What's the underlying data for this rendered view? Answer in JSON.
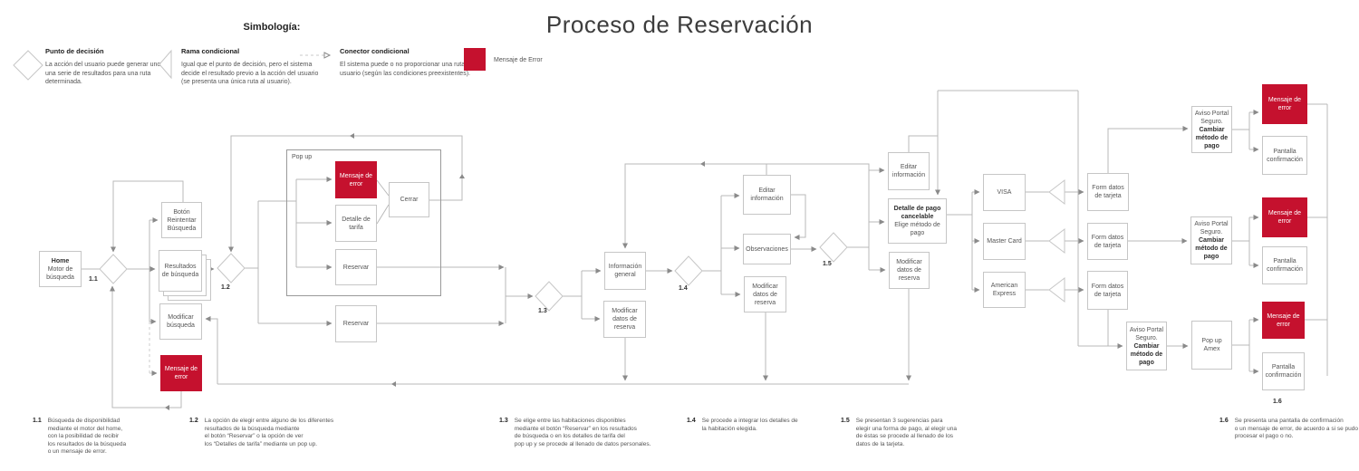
{
  "title": "Proceso de Reservación",
  "legend": {
    "heading": "Simbología:",
    "items": [
      {
        "icon": "decision-diamond-icon",
        "title": "Punto de decisión",
        "desc": "La acción del usuario puede generar uno de\nuna serie de resultados para una ruta\ndeterminada."
      },
      {
        "icon": "conditional-branch-triangle-icon",
        "title": "Rama condicional",
        "desc": "Igual que el punto de decisión, pero el sistema\ndecide el resultado previo a la acción del usuario\n(se presenta una única ruta al usuario)."
      },
      {
        "icon": "dashed-connector-icon",
        "title": "Conector condicional",
        "desc": "El sistema puede o no proporcionar una ruta al\nusuario (según las condiciones preexistentes)."
      },
      {
        "icon": "error-square-icon",
        "title": "Mensaje de Error",
        "desc": ""
      }
    ]
  },
  "popup_label": "Pop up",
  "nodes": [
    {
      "id": "home",
      "type": "box",
      "runs": [
        {
          "t": "Home",
          "b": true
        },
        {
          "t": "Motor de búsqueda"
        }
      ]
    },
    {
      "id": "btn-reintentar",
      "type": "box",
      "runs": [
        {
          "t": "Botón Reintentar Búsqueda"
        }
      ]
    },
    {
      "id": "resultados",
      "type": "stack",
      "runs": [
        {
          "t": "Resultados de búsqueda"
        }
      ]
    },
    {
      "id": "modificar-busqueda",
      "type": "box",
      "runs": [
        {
          "t": "Modificar búsqueda"
        }
      ]
    },
    {
      "id": "error-busqueda",
      "type": "error",
      "runs": [
        {
          "t": "Mensaje de error"
        }
      ]
    },
    {
      "id": "popup-error",
      "type": "error",
      "runs": [
        {
          "t": "Mensaje de error"
        }
      ]
    },
    {
      "id": "detalle-tarifa",
      "type": "box",
      "runs": [
        {
          "t": "Detalle de tarifa"
        }
      ]
    },
    {
      "id": "cerrar",
      "type": "box",
      "runs": [
        {
          "t": "Cerrar"
        }
      ]
    },
    {
      "id": "reservar-popup",
      "type": "box",
      "runs": [
        {
          "t": "Reservar"
        }
      ]
    },
    {
      "id": "reservar-out",
      "type": "box",
      "runs": [
        {
          "t": "Reservar"
        }
      ]
    },
    {
      "id": "info-general",
      "type": "box",
      "runs": [
        {
          "t": "Información general"
        }
      ]
    },
    {
      "id": "modificar-datos-1",
      "type": "box",
      "runs": [
        {
          "t": "Modificar datos de reserva"
        }
      ]
    },
    {
      "id": "editar-info-1",
      "type": "box",
      "runs": [
        {
          "t": "Editar información"
        }
      ]
    },
    {
      "id": "observaciones",
      "type": "box",
      "runs": [
        {
          "t": "Observaciones"
        }
      ]
    },
    {
      "id": "modificar-datos-2",
      "type": "box",
      "runs": [
        {
          "t": "Modificar datos de reserva"
        }
      ]
    },
    {
      "id": "editar-info-2",
      "type": "box",
      "runs": [
        {
          "t": "Editar información"
        }
      ]
    },
    {
      "id": "detalle-pago",
      "type": "box",
      "runs": [
        {
          "t": "Detalle de pago cancelable",
          "b": true
        },
        {
          "t": "Elige método de pago"
        }
      ]
    },
    {
      "id": "modificar-datos-3",
      "type": "box",
      "runs": [
        {
          "t": "Modificar datos de reserva"
        }
      ]
    },
    {
      "id": "visa",
      "type": "box",
      "runs": [
        {
          "t": "VISA"
        }
      ]
    },
    {
      "id": "mastercard",
      "type": "box",
      "runs": [
        {
          "t": "Master Card"
        }
      ]
    },
    {
      "id": "amex",
      "type": "box",
      "runs": [
        {
          "t": "American Express"
        }
      ]
    },
    {
      "id": "form-1",
      "type": "box",
      "runs": [
        {
          "t": "Form datos de tarjeta"
        }
      ]
    },
    {
      "id": "form-2",
      "type": "box",
      "runs": [
        {
          "t": "Form datos de tarjeta"
        }
      ]
    },
    {
      "id": "form-3",
      "type": "box",
      "runs": [
        {
          "t": "Form datos de tarjeta"
        }
      ]
    },
    {
      "id": "aviso-1",
      "type": "box",
      "runs": [
        {
          "t": "Aviso Portal Seguro."
        },
        {
          "t": "Cambiar método de pago",
          "b": true
        }
      ]
    },
    {
      "id": "aviso-2",
      "type": "box",
      "runs": [
        {
          "t": "Aviso Portal Seguro."
        },
        {
          "t": "Cambiar método de pago",
          "b": true
        }
      ]
    },
    {
      "id": "aviso-3",
      "type": "box",
      "runs": [
        {
          "t": "Aviso Portal Seguro."
        },
        {
          "t": "Cambiar método de pago",
          "b": true
        }
      ]
    },
    {
      "id": "popup-amex",
      "type": "box",
      "runs": [
        {
          "t": "Pop up Amex"
        }
      ]
    },
    {
      "id": "error-1",
      "type": "error",
      "runs": [
        {
          "t": "Mensaje de error"
        }
      ]
    },
    {
      "id": "pantalla-1",
      "type": "box",
      "runs": [
        {
          "t": "Pantalla confirmación"
        }
      ]
    },
    {
      "id": "error-2",
      "type": "error",
      "runs": [
        {
          "t": "Mensaje de error"
        }
      ]
    },
    {
      "id": "pantalla-2",
      "type": "box",
      "runs": [
        {
          "t": "Pantalla confirmación"
        }
      ]
    },
    {
      "id": "error-3",
      "type": "error",
      "runs": [
        {
          "t": "Mensaje de error"
        }
      ]
    },
    {
      "id": "pantalla-3",
      "type": "box",
      "runs": [
        {
          "t": "Pantalla confirmación"
        }
      ]
    }
  ],
  "decision_labels": [
    {
      "id": "1.1",
      "text": "1.1"
    },
    {
      "id": "1.2",
      "text": "1.2"
    },
    {
      "id": "1.3",
      "text": "1.3"
    },
    {
      "id": "1.4",
      "text": "1.4"
    },
    {
      "id": "1.5",
      "text": "1.5"
    },
    {
      "id": "1.6",
      "text": "1.6"
    }
  ],
  "footnotes": [
    {
      "num": "1.1",
      "text": "Búsqueda de disponibilidad\nmediante el motor del home,\ncon la posibilidad de recibir\nlos resultados de la búsqueda\no un mensaje de error."
    },
    {
      "num": "1.2",
      "text": "La opción de elegir entre alguno de los diferentes\nresultados de la búsqueda mediante\nel botón “Reservar” o la opción de ver\nlos “Detalles de tarifa” mediante un pop up."
    },
    {
      "num": "1.3",
      "text": "Se elige entre las habitaciones disponibles\nmediante el botón “Reservar” en los resultados\nde búsqueda o en los detalles de tarifa del\npop up y se procede al llenado de datos personales."
    },
    {
      "num": "1.4",
      "text": "Se procede a integrar los detalles de\nla habitación elegida."
    },
    {
      "num": "1.5",
      "text": "Se presentan 3 sugerencias para\nelegir una forma de pago, al elegir una\nde éstas se procede al llenado de los\ndatos de la tarjeta."
    },
    {
      "num": "1.6",
      "text": "Se presenta una pantalla de confirmación\no un mensaje de error, de acuerdo a si se pudo\nprocesar el pago o no."
    }
  ],
  "colors": {
    "error_red": "#C5112E",
    "box_border": "#c6c6c6",
    "wire": "#b9b9b9",
    "arrow": "#8a8a8a",
    "popup_border": "#9a9a9a"
  }
}
